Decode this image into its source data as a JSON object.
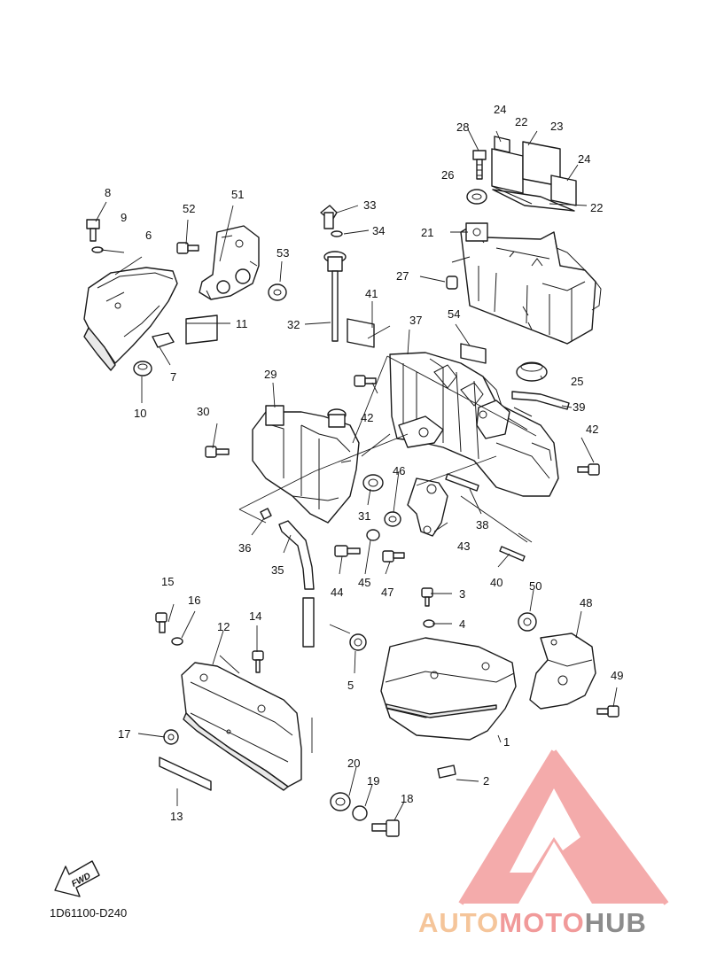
{
  "diagram": {
    "code": "1D61100-D240",
    "fwd_label": "FWD",
    "callouts": [
      "1",
      "2",
      "3",
      "4",
      "5",
      "6",
      "7",
      "8",
      "9",
      "10",
      "11",
      "12",
      "13",
      "14",
      "15",
      "16",
      "17",
      "18",
      "19",
      "20",
      "21",
      "22",
      "22",
      "23",
      "24",
      "24",
      "25",
      "26",
      "27",
      "28",
      "29",
      "30",
      "31",
      "32",
      "33",
      "34",
      "35",
      "36",
      "37",
      "38",
      "39",
      "40",
      "41",
      "42",
      "42",
      "43",
      "44",
      "45",
      "46",
      "47",
      "48",
      "49",
      "50",
      "51",
      "52",
      "53",
      "54"
    ]
  },
  "watermark": {
    "part1": "AUTO",
    "part2": "MOTO",
    "part3": "HUB",
    "colors": {
      "orange": "#f5c59a",
      "red": "#f19a9a",
      "gray": "#8c8c8c"
    }
  }
}
